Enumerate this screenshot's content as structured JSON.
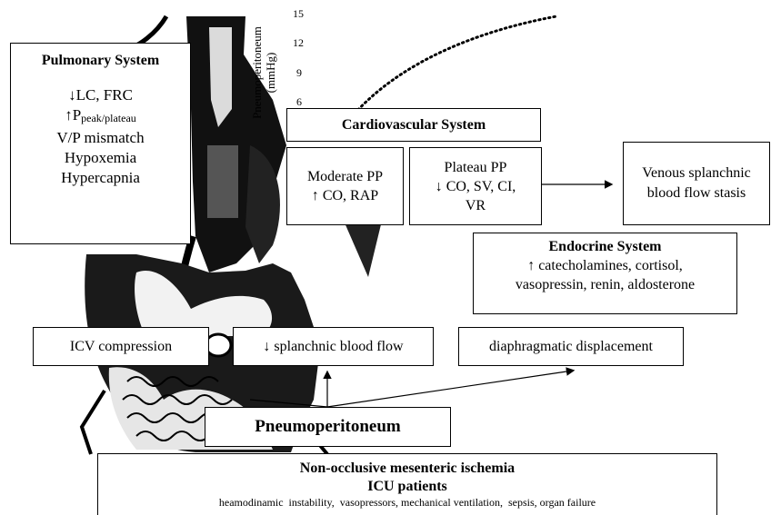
{
  "pressure_axis": {
    "label_line1": "Pneumoperitoneum",
    "label_line2": "(mmHg)",
    "ticks": [
      "15",
      "12",
      "9",
      "6"
    ]
  },
  "pulmonary": {
    "title": "Pulmonary System",
    "line1": "↓LC, FRC",
    "line2_arrow": "↑P",
    "line2_sub": "peak/plateau",
    "line3": "V/P mismatch",
    "line4": "Hypoxemia",
    "line5": "Hypercapnia"
  },
  "cardiovascular": {
    "title": "Cardiovascular System",
    "moderate_line1": "Moderate PP",
    "moderate_line2": "↑ CO, RAP",
    "plateau_line1": "Plateau PP",
    "plateau_line2": "↓ CO, SV, CI,",
    "plateau_line3": "VR",
    "venous_line1": "Venous splanchnic",
    "venous_line2": "blood flow stasis"
  },
  "endocrine": {
    "title": "Endocrine System",
    "line1": "↑ catecholamines, cortisol,",
    "line2": "vasopressin, renin, aldosterone"
  },
  "effects": {
    "icv": "ICV compression",
    "splanchnic": "↓ splanchnic blood flow",
    "diaphragm": "diaphragmatic displacement"
  },
  "pneumoperitoneum": "Pneumoperitoneum",
  "bottom": {
    "line1": "Non-occlusive mesenteric ischemia",
    "line2": "ICU patients",
    "line3": "heamodinamic  instability,  vasopressors, mechanical ventilation,  sepsis, organ failure"
  }
}
